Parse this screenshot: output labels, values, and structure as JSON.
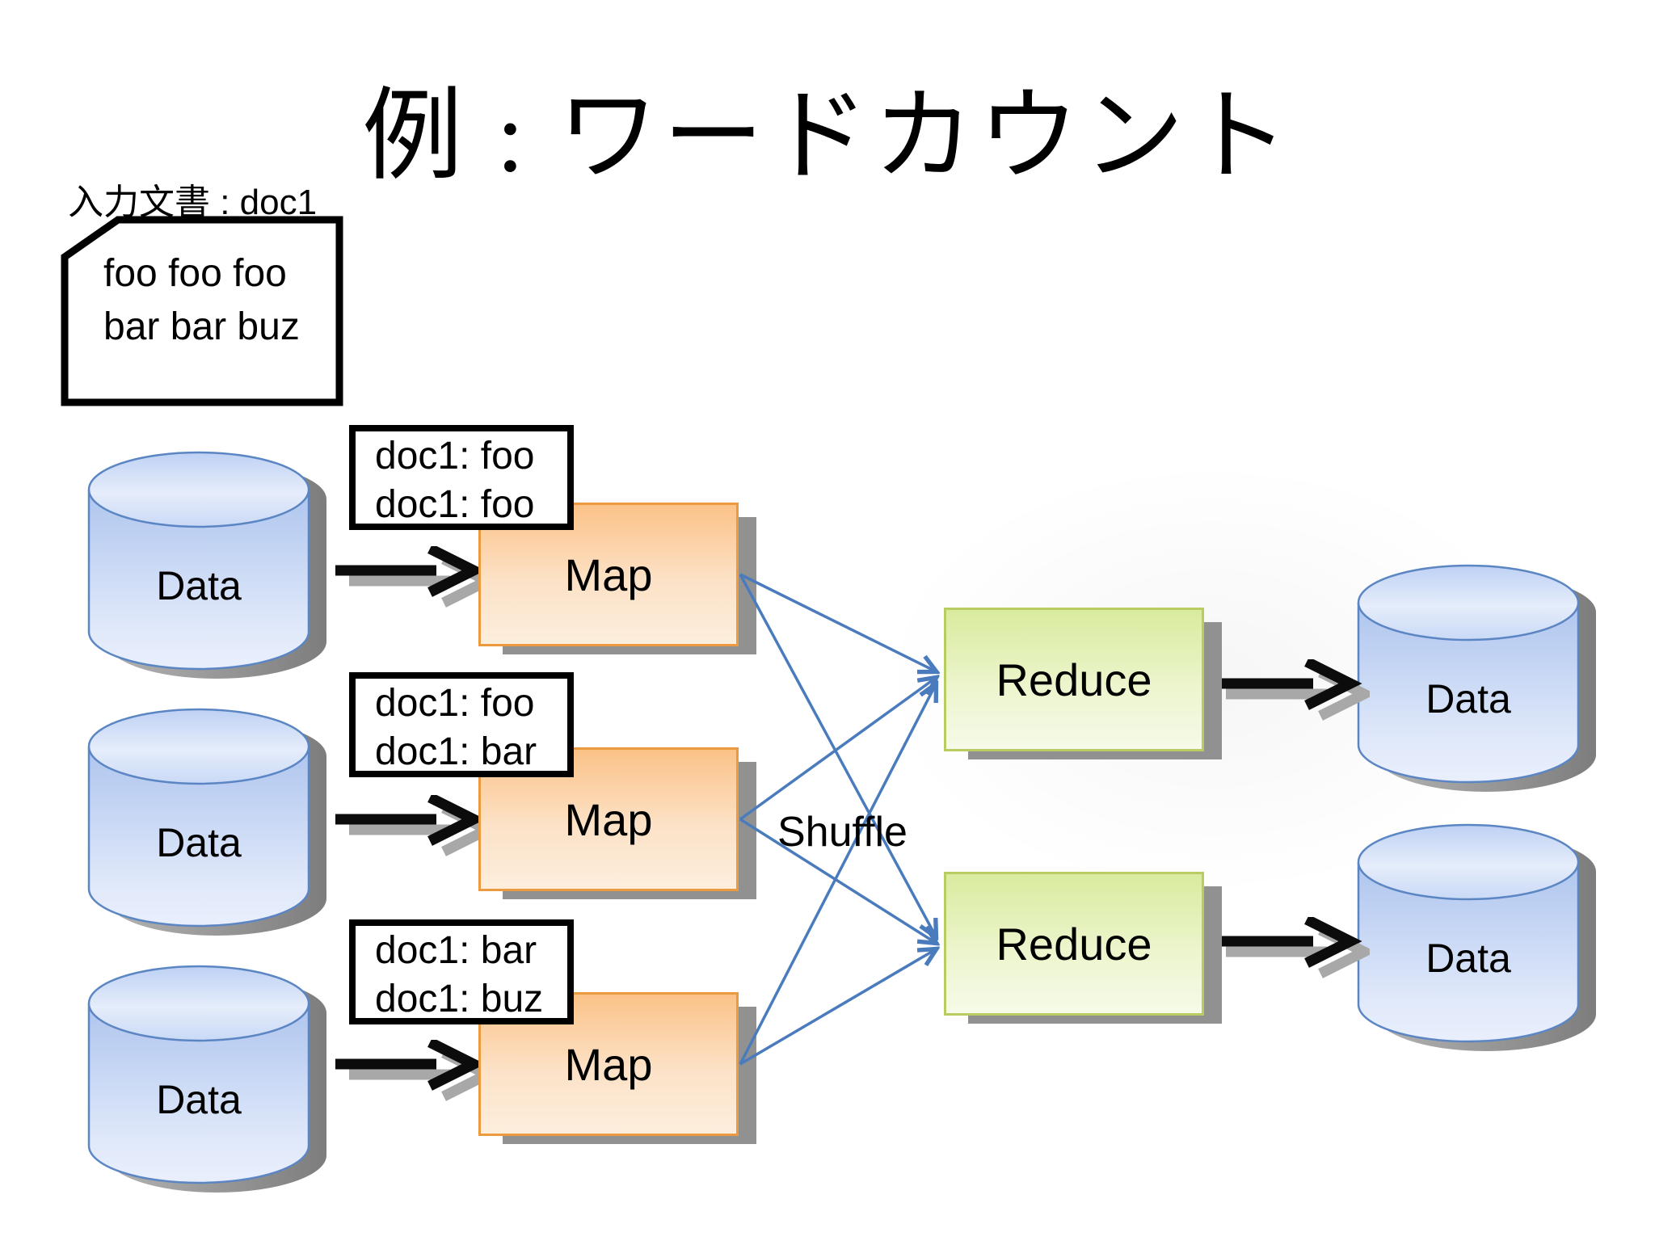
{
  "slide": {
    "title": "例 : ワードカウント"
  },
  "input_document": {
    "annotation_jp": "入力文書",
    "annotation_rest": " : doc1",
    "line1": "foo foo foo",
    "line2": "bar bar buz"
  },
  "sources": [
    {
      "label": "Data"
    },
    {
      "label": "Data"
    },
    {
      "label": "Data"
    }
  ],
  "emitted_pairs": [
    {
      "line1": "doc1: foo",
      "line2": "doc1: foo"
    },
    {
      "line1": "doc1: foo",
      "line2": "doc1: bar"
    },
    {
      "line1": "doc1: bar",
      "line2": "doc1: buz"
    }
  ],
  "maps": [
    {
      "label": "Map"
    },
    {
      "label": "Map"
    },
    {
      "label": "Map"
    }
  ],
  "shuffle": {
    "label": "Shuffle"
  },
  "reduces": [
    {
      "label": "Reduce"
    },
    {
      "label": "Reduce"
    }
  ],
  "outputs": [
    {
      "label": "Data"
    },
    {
      "label": "Data"
    }
  ],
  "colors": {
    "map_border": "#ec9a3f",
    "map_fill_top": "#fbc288",
    "map_fill_bottom": "#fdeedd",
    "reduce_border": "#b9cc61",
    "reduce_fill_top": "#d9eb9e",
    "reduce_fill_bottom": "#f6fae8",
    "cylinder_outline": "#5b86c3",
    "cylinder_fill_top": "#aec5ee",
    "cylinder_fill_bottom": "#e9effc",
    "shuffle_line": "#4a7bbd",
    "shadow_gray": "#919191",
    "arrow_black": "#0c0c0c",
    "arrow_shadow": "#a8a8a8"
  }
}
